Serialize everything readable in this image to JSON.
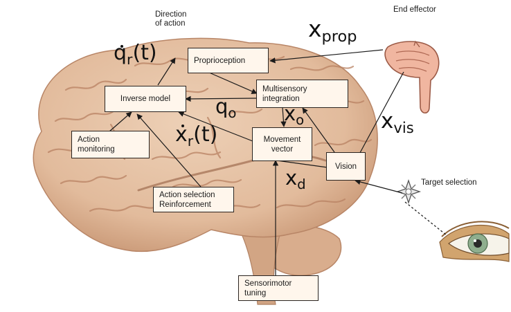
{
  "annotations": {
    "direction_of_action": "Direction\nof action",
    "end_effector": "End effector",
    "target_selection": "Target selection"
  },
  "boxes": {
    "proprioception": "Proprioception",
    "inverse_model": "Inverse model",
    "multisensory": "Multisensory\nintegration",
    "action_monitoring": "Action\nmonitoring",
    "movement_vector": "Movement\nvector",
    "vision": "Vision",
    "action_selection": "Action selection\nReinforcement",
    "sensorimotor": "Sensorimotor\ntuning"
  },
  "symbols": {
    "qr_base": "q",
    "qr_sub": "r",
    "qr_arg": "(t)",
    "xprop_base": "x",
    "xprop_sub": "prop",
    "qo_base": "q",
    "qo_sub": "o",
    "xo_base": "x",
    "xo_sub": "o",
    "xr_base": "x",
    "xr_sub": "r",
    "xr_arg": "(t)",
    "xvis_base": "x",
    "xvis_sub": "vis",
    "xd_base": "x",
    "xd_sub": "d"
  },
  "icons": [
    "brain-illustration",
    "pointing-hand-icon",
    "star-target-icon",
    "eye-icon"
  ],
  "colors": {
    "brain": "#e3bea0",
    "brain_shadow": "#c9977a",
    "hand": "#f0b6a0",
    "eye_iris": "#8fae8e",
    "eye_skin": "#c99a63"
  }
}
